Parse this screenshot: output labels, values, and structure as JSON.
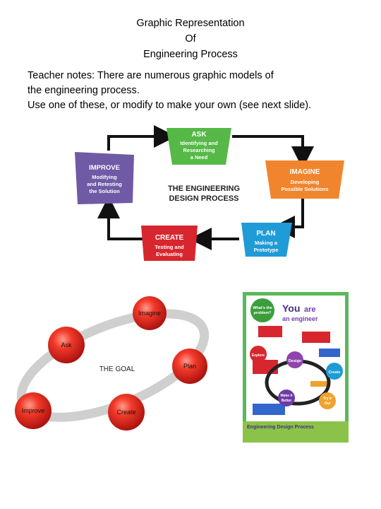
{
  "heading": {
    "line1": "Graphic Representation",
    "line2": "Of",
    "line3": "Engineering Process"
  },
  "notes": {
    "line1": "Teacher notes: There are numerous graphic models of",
    "line2": "the engineering process.",
    "line3": "Use one of these, or modify to make your own (see next slide)."
  },
  "design_process": {
    "center_line1": "THE ENGINEERING",
    "center_line2": "DESIGN PROCESS",
    "ask": {
      "title": "ASK",
      "line1": "Identifying and",
      "line2": "Researching",
      "line3": "a Need",
      "color": "#56b947"
    },
    "imagine": {
      "title": "IMAGINE",
      "line1": "Developing",
      "line2": "Possible Solutions",
      "color": "#f0852d"
    },
    "plan": {
      "title": "PLAN",
      "line1": "Making a",
      "line2": "Prototype",
      "color": "#1f9bd7"
    },
    "create": {
      "title": "CREATE",
      "line1": "Testing and",
      "line2": "Evaluating",
      "color": "#d8262e"
    },
    "improve": {
      "title": "IMPROVE",
      "line1": "Modifying",
      "line2": "and Retesting",
      "line3": "the Solution",
      "color": "#6e5aa5"
    }
  },
  "cycle": {
    "center": "THE GOAL",
    "imagine": "Imagine",
    "ask": "Ask",
    "plan": "Plan",
    "improve": "Improve",
    "create": "Create"
  },
  "poster": {
    "title_you": "You",
    "title_are": "are",
    "title_line2": "an engineer",
    "whats_problem_1": "What's the",
    "whats_problem_2": "problem?",
    "explore": "Explore",
    "design": "Design",
    "create": "Create",
    "make_better_1": "Make it",
    "make_better_2": "Better",
    "try_out_1": "Try it",
    "try_out_2": "Out",
    "footer": "Engineering Design Process"
  }
}
